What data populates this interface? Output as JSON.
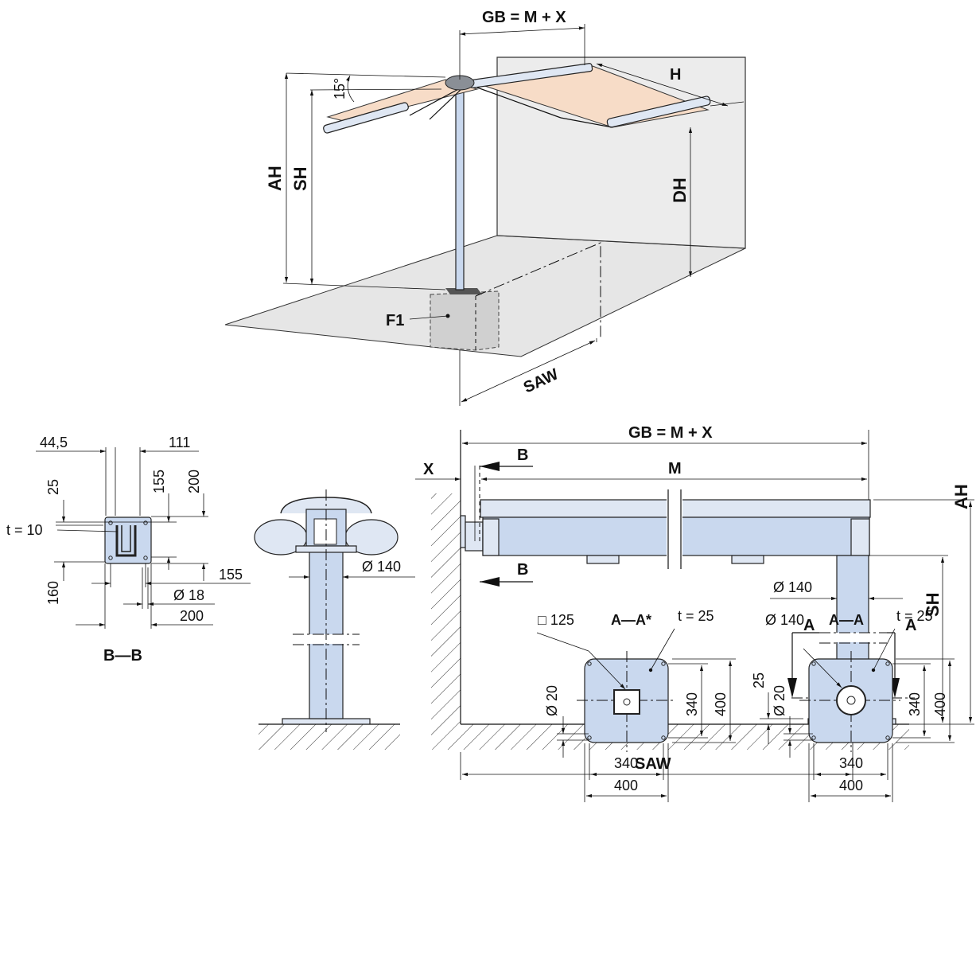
{
  "iso": {
    "gb": "GB = M + X",
    "h": "H",
    "angle": "15°",
    "ah": "AH",
    "sh": "SH",
    "dh": "DH",
    "f1": "F1",
    "saw": "SAW"
  },
  "bb": {
    "d1": "44,5",
    "d2": "111",
    "d3": "25",
    "d4": "155",
    "d5": "200",
    "thickness": "t = 10",
    "d6": "160",
    "d7": "155",
    "hole": "Ø 18",
    "d8": "200",
    "title": "B—B"
  },
  "side": {
    "post_dia": "Ø 140"
  },
  "front": {
    "gb": "GB = M + X",
    "x": "X",
    "b_top": "B",
    "m": "M",
    "b_bottom": "B",
    "post_dia": "Ø 140",
    "a_left": "A",
    "a_right": "A",
    "sh": "SH",
    "ah": "AH",
    "d25": "25",
    "saw": "SAW"
  },
  "plate1": {
    "square": "□ 125",
    "title": "A—A*",
    "thickness": "t = 25",
    "hole": "Ø 20",
    "h340": "340",
    "h400": "400",
    "w340": "340",
    "w400": "400"
  },
  "plate2": {
    "post": "Ø 140",
    "title": "A—A",
    "thickness": "t = 25",
    "hole": "Ø 20",
    "h340": "340",
    "h400": "400",
    "w340": "340",
    "w400": "400"
  }
}
